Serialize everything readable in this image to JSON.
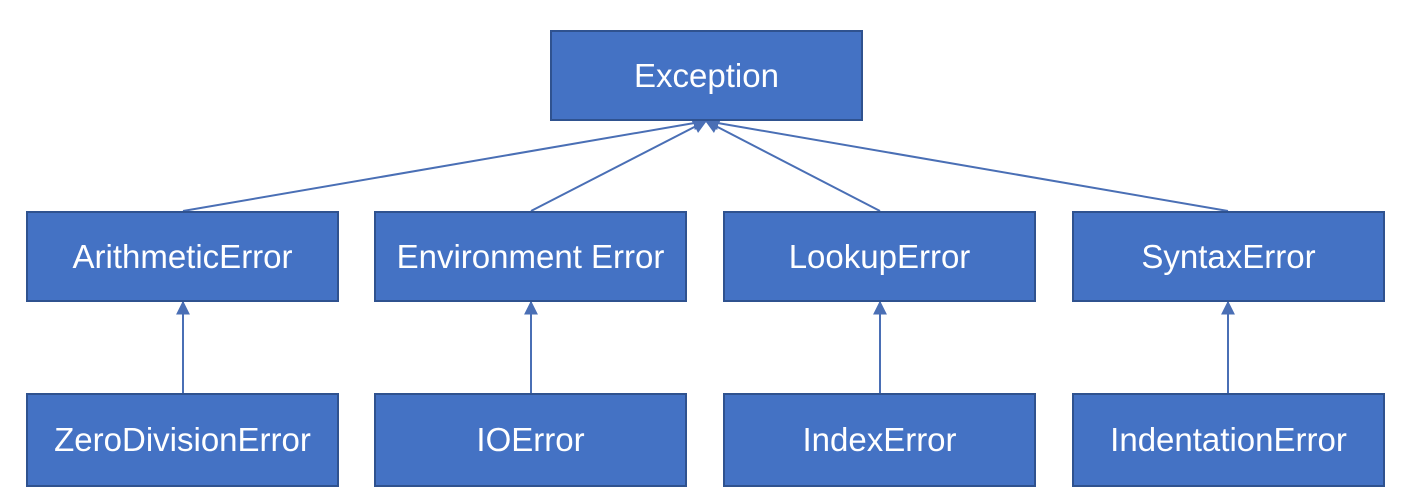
{
  "diagram": {
    "root": {
      "label": "Exception"
    },
    "children": [
      {
        "label": "ArithmeticError",
        "child": "ZeroDivisionError"
      },
      {
        "label": "Environment Error",
        "child": "IOError"
      },
      {
        "label": "LookupError",
        "child": "IndexError"
      },
      {
        "label": "SyntaxError",
        "child": "IndentationError"
      }
    ],
    "colors": {
      "box_fill": "#4472c4",
      "box_border": "#2f528f",
      "connector": "#4a6fb5",
      "text": "#ffffff"
    }
  }
}
